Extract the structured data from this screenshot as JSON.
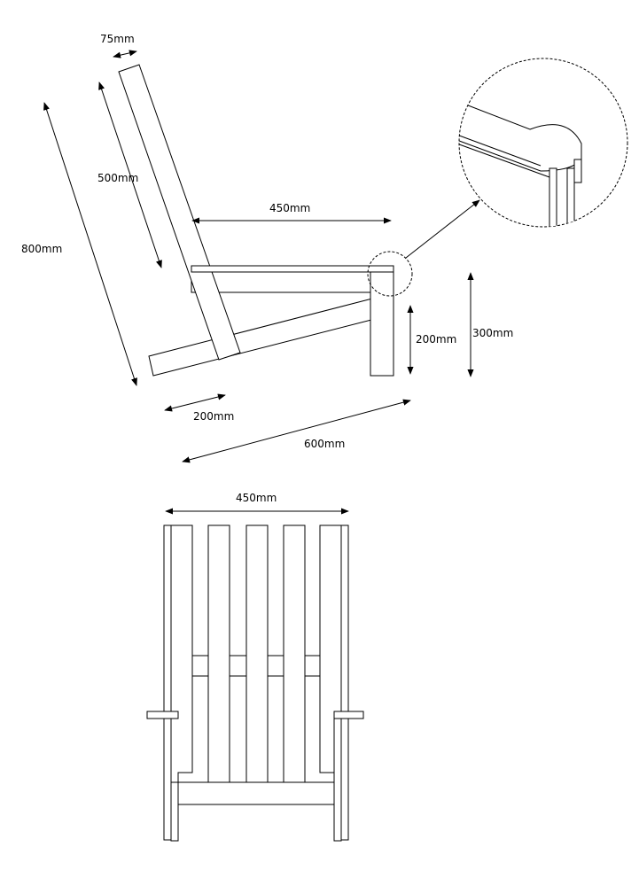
{
  "side_view": {
    "dims": {
      "back_width": "75mm",
      "back_upper": "500mm",
      "back_total": "800mm",
      "arm_length": "450mm",
      "leg_height": "200mm",
      "arm_height": "300mm",
      "seat_front": "200mm",
      "seat_total": "600mm"
    }
  },
  "front_view": {
    "dims": {
      "width": "450mm"
    }
  },
  "colors": {
    "ink": "#000000",
    "paper": "#ffffff"
  }
}
